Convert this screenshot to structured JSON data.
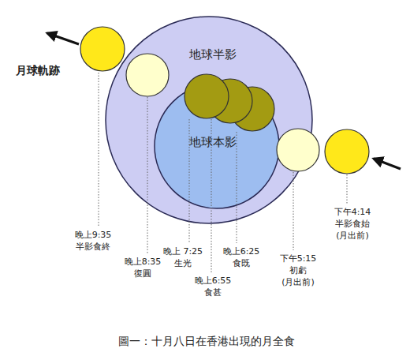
{
  "diagram": {
    "caption": "圖一：十月八日在香港出現的月全食",
    "nodes": [
      {
        "text": [
          "地球半影"
        ]
      },
      {
        "text": [
          "地球本影"
        ],
        "in": 0
      }
    ],
    "labels": [
      "月球軌跡",
      "晚上9:35 半影食終",
      "晚上8:35 復圓",
      "晚上 7:25 生光",
      "晚上6:55 食甚",
      "晚上6:25 食既",
      "下午5:15 初虧 (月出前)",
      "下午4:14 半影食始 (月出前)"
    ]
  }
}
